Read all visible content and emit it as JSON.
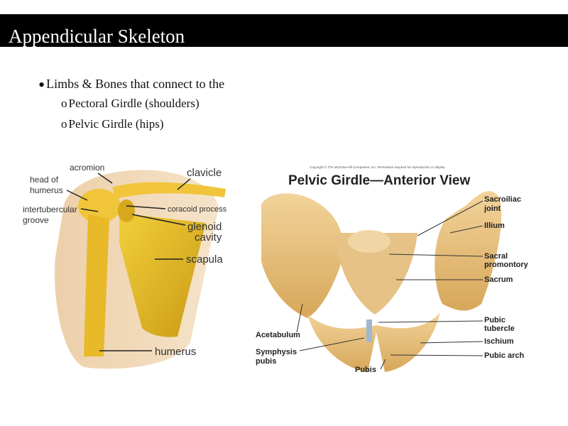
{
  "slide": {
    "title": "Appendicular Skeleton",
    "bullets": [
      {
        "text": "Limbs & Bones that connect to the",
        "sub_items": [
          {
            "marker": "o",
            "text": "Pectoral Girdle (shoulders)"
          },
          {
            "marker": "o",
            "text": "Pelvic Girdle (hips)"
          }
        ]
      }
    ]
  },
  "shoulder_figure": {
    "labels": {
      "acromion": "acromion",
      "clavicle": "clavicle",
      "head_of_humerus_1": "head of",
      "head_of_humerus_2": "humerus",
      "intertubercular_1": "intertubercular",
      "intertubercular_2": "groove",
      "coracoid_process": "coracoid process",
      "glenoid_1": "glenoid",
      "glenoid_2": "cavity",
      "scapula": "scapula",
      "humerus": "humerus"
    }
  },
  "pelvis_figure": {
    "copyright": "Copyright © The McGraw-Hill Companies, Inc. Permission required for reproduction or display.",
    "title": "Pelvic Girdle—Anterior View",
    "labels": {
      "sacroiliac_1": "Sacroiliac",
      "sacroiliac_2": "joint",
      "illium": "Illium",
      "sacral_1": "Sacral",
      "sacral_2": "promontory",
      "sacrum": "Sacrum",
      "pubic_tubercle_1": "Pubic",
      "pubic_tubercle_2": "tubercle",
      "ischium": "Ischium",
      "pubic_arch": "Pubic arch",
      "acetabulum": "Acetabulum",
      "symphysis_1": "Symphysis",
      "symphysis_2": "pubis",
      "pubis": "Pubis"
    }
  }
}
